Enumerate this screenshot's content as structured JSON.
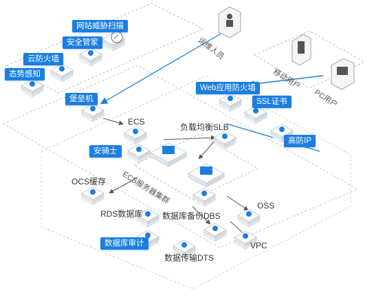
{
  "colors": {
    "accent": "#1a7fe0",
    "line": "#1a7fe0",
    "dashed": "#bbbbbb",
    "text": "#333333"
  },
  "labels": {
    "site_scan": "网站威胁扫描",
    "security_manager": "安全管家",
    "cloud_firewall": "云防火墙",
    "situation_awareness": "态势感知",
    "bastion_host": "堡垒机",
    "ops_staff": "运维人员",
    "mobile_user": "移动用户",
    "pc_user": "PC用户",
    "waf": "Web应用防火墙",
    "ssl_cert": "SSL证书",
    "anti_ddos": "高防IP",
    "ecs": "ECS",
    "slb": "负载均衡SLB",
    "aegis": "安骑士",
    "ecs_cluster": "ECS服务器集群",
    "ocs_cache": "OCS缓存",
    "rds": "RDS数据库",
    "db_backup": "数据库备份DBS",
    "oss": "OSS",
    "db_audit": "数据库审计",
    "vpc": "VPC",
    "dts": "数据传输DTS"
  },
  "icons": [
    "gauge-icon",
    "shield-icon",
    "user-device-icon",
    "monitor-icon",
    "server-icon",
    "database-icon",
    "lock-icon",
    "cloud-icon",
    "network-icon"
  ]
}
